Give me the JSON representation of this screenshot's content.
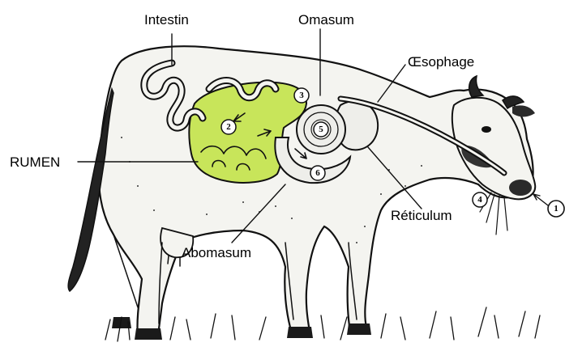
{
  "labels": {
    "intestin": "Intestin",
    "omasum": "Omasum",
    "oesophage": "Œsophage",
    "rumen": "RUMEN",
    "abomasum": "Abomasum",
    "reticulum": "Réticulum"
  },
  "markers": [
    "1",
    "2",
    "3",
    "4",
    "5",
    "6"
  ],
  "colors": {
    "rumen_fill": "#c8e55a",
    "line": "#111111",
    "background": "#ffffff"
  }
}
